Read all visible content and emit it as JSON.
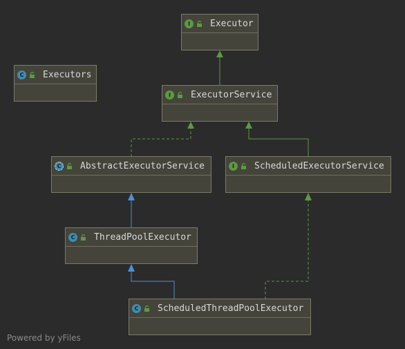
{
  "nodes": {
    "executor": {
      "label": "Executor",
      "kind": "interface",
      "badge": "I"
    },
    "executors": {
      "label": "Executors",
      "kind": "class",
      "badge": "C"
    },
    "executor_service": {
      "label": "ExecutorService",
      "kind": "interface",
      "badge": "I"
    },
    "abstract_executor_service": {
      "label": "AbstractExecutorService",
      "kind": "abstract-class",
      "badge": "C"
    },
    "scheduled_executor_service": {
      "label": "ScheduledExecutorService",
      "kind": "interface",
      "badge": "I"
    },
    "thread_pool_executor": {
      "label": "ThreadPoolExecutor",
      "kind": "class",
      "badge": "C"
    },
    "scheduled_thread_pool_executor": {
      "label": "ScheduledThreadPoolExecutor",
      "kind": "class",
      "badge": "C"
    }
  },
  "edges": [
    {
      "from": "executor_service",
      "to": "executor",
      "type": "interface-extends",
      "color": "#5c9a41"
    },
    {
      "from": "abstract_executor_service",
      "to": "executor_service",
      "type": "implements",
      "color": "#5c9a41"
    },
    {
      "from": "scheduled_executor_service",
      "to": "executor_service",
      "type": "interface-extends",
      "color": "#5c9a41"
    },
    {
      "from": "thread_pool_executor",
      "to": "abstract_executor_service",
      "type": "extends",
      "color": "#4a90d9"
    },
    {
      "from": "scheduled_thread_pool_executor",
      "to": "thread_pool_executor",
      "type": "extends",
      "color": "#4a90d9"
    },
    {
      "from": "scheduled_thread_pool_executor",
      "to": "scheduled_executor_service",
      "type": "implements",
      "color": "#5c9a41"
    }
  ],
  "colors": {
    "background": "#2b2b2b",
    "interface_badge": "#5c9a41",
    "class_badge": "#3d8db0",
    "extends_edge": "#4a90d9",
    "implements_edge": "#5c9a41"
  },
  "footer": {
    "text": "Powered by yFiles"
  }
}
